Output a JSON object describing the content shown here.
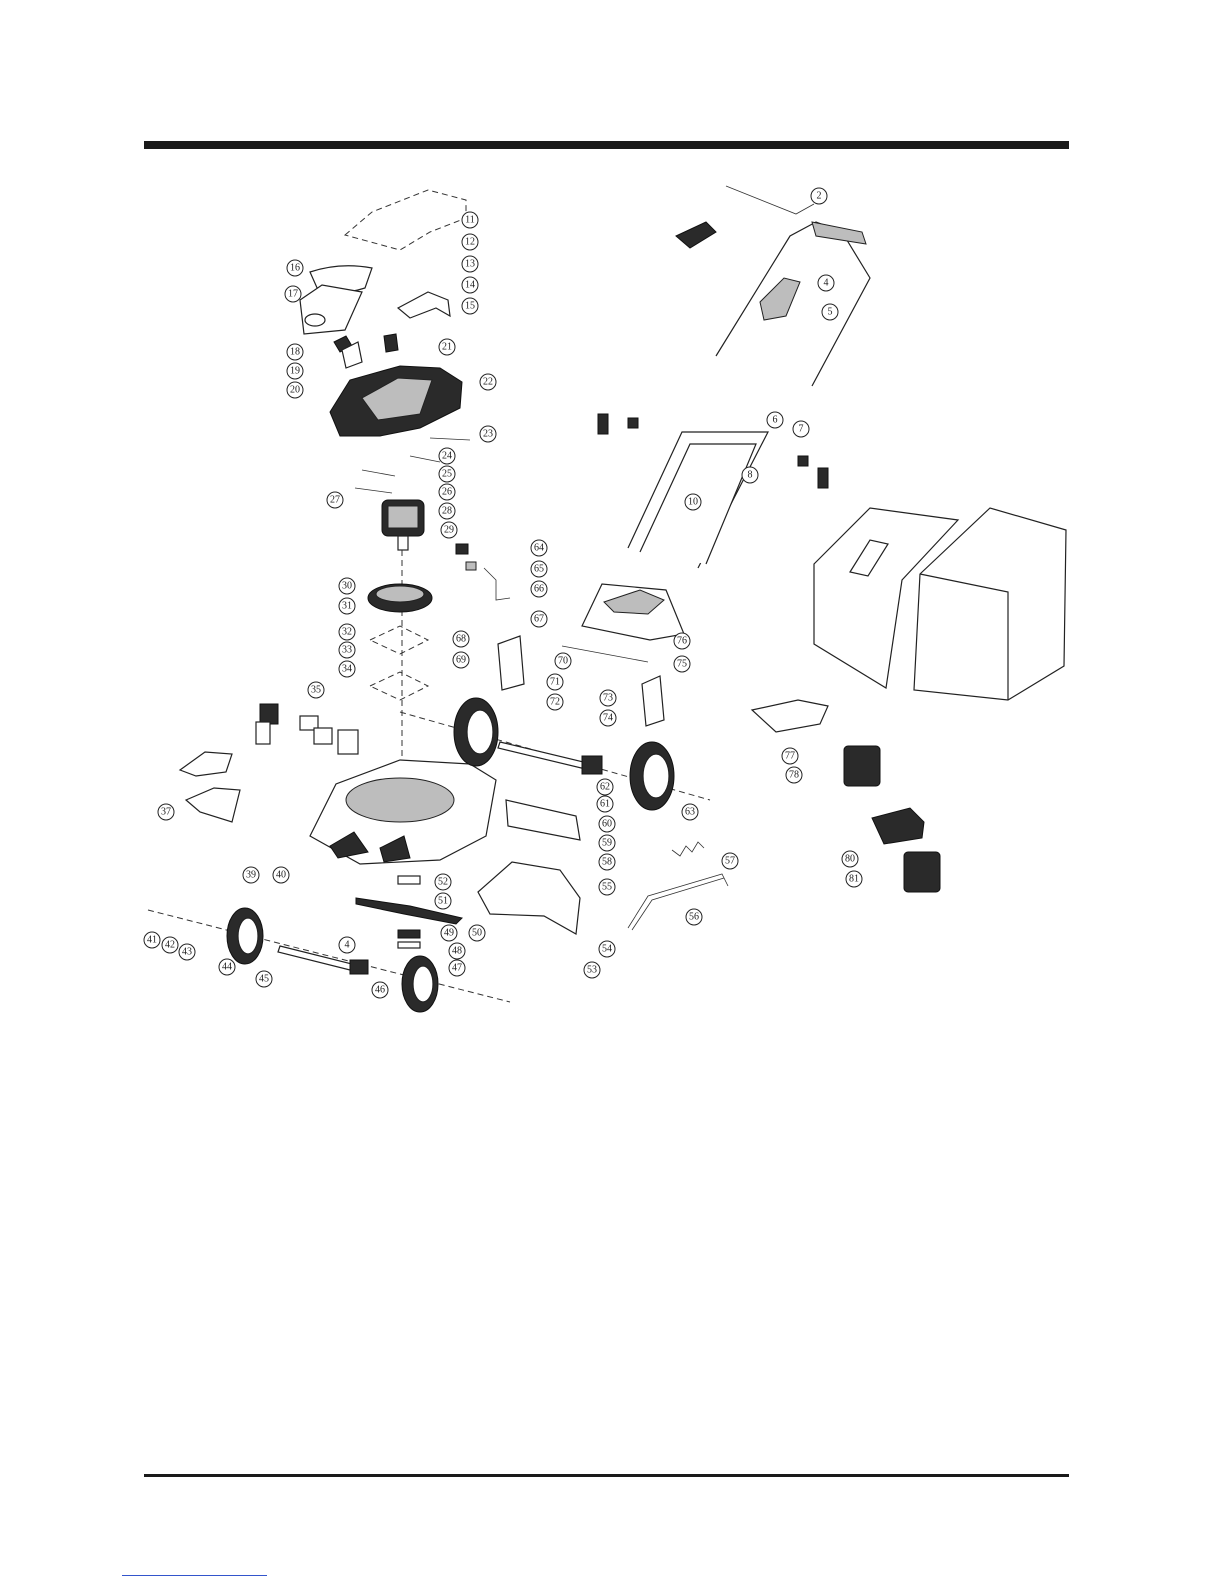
{
  "page": {
    "footer_link_color": "#3355cc",
    "rule_color": "#1a1a1a"
  },
  "diagram": {
    "type": "exploded parts view",
    "callouts": [
      {
        "label": "11"
      },
      {
        "label": "12"
      },
      {
        "label": "13"
      },
      {
        "label": "14"
      },
      {
        "label": "15"
      },
      {
        "label": "16"
      },
      {
        "label": "17"
      },
      {
        "label": "18"
      },
      {
        "label": "19"
      },
      {
        "label": "20"
      },
      {
        "label": "21"
      },
      {
        "label": "22"
      },
      {
        "label": "23"
      },
      {
        "label": "24"
      },
      {
        "label": "25"
      },
      {
        "label": "26"
      },
      {
        "label": "27"
      },
      {
        "label": "28"
      },
      {
        "label": "29"
      },
      {
        "label": "30"
      },
      {
        "label": "31"
      },
      {
        "label": "32"
      },
      {
        "label": "33"
      },
      {
        "label": "34"
      },
      {
        "label": "35"
      },
      {
        "label": "37"
      },
      {
        "label": "39"
      },
      {
        "label": "40"
      },
      {
        "label": "41"
      },
      {
        "label": "42"
      },
      {
        "label": "43"
      },
      {
        "label": "44"
      },
      {
        "label": "45"
      },
      {
        "label": "46"
      },
      {
        "label": "4"
      },
      {
        "label": "47"
      },
      {
        "label": "48"
      },
      {
        "label": "49"
      },
      {
        "label": "50"
      },
      {
        "label": "51"
      },
      {
        "label": "52"
      },
      {
        "label": "53"
      },
      {
        "label": "54"
      },
      {
        "label": "55"
      },
      {
        "label": "56"
      },
      {
        "label": "57"
      },
      {
        "label": "58"
      },
      {
        "label": "59"
      },
      {
        "label": "60"
      },
      {
        "label": "61"
      },
      {
        "label": "62"
      },
      {
        "label": "63"
      },
      {
        "label": "64"
      },
      {
        "label": "65"
      },
      {
        "label": "66"
      },
      {
        "label": "67"
      },
      {
        "label": "68"
      },
      {
        "label": "69"
      },
      {
        "label": "70"
      },
      {
        "label": "71"
      },
      {
        "label": "72"
      },
      {
        "label": "73"
      },
      {
        "label": "74"
      },
      {
        "label": "75"
      },
      {
        "label": "76"
      },
      {
        "label": "77"
      },
      {
        "label": "78"
      },
      {
        "label": "80"
      },
      {
        "label": "81"
      },
      {
        "label": "2"
      },
      {
        "label": "4"
      },
      {
        "label": "5"
      },
      {
        "label": "6"
      },
      {
        "label": "7"
      },
      {
        "label": "8"
      },
      {
        "label": "10"
      }
    ]
  }
}
